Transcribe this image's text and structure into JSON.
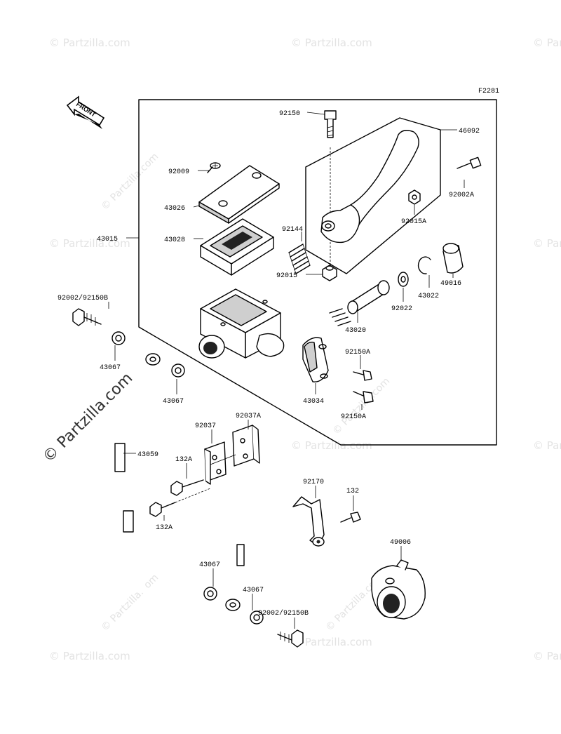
{
  "diagram": {
    "figure_code": "F2281",
    "direction_label": "FRONT",
    "watermark_text": "© Partzilla.com",
    "watermark_large_text": "© Partzilla.com",
    "callouts": {
      "p92150": "92150",
      "p46092": "46092",
      "p92009": "92009",
      "p92002A": "92002A",
      "p43026": "43026",
      "p92015A": "92015A",
      "p43015": "43015",
      "p43028": "43028",
      "p92144": "92144",
      "p92015": "92015",
      "p49016": "49016",
      "p43022": "43022",
      "p92022": "92022",
      "p92002_92150B_top": "92002/92150B",
      "p43020": "43020",
      "p92150A_top": "92150A",
      "p43067_a": "43067",
      "p43034": "43034",
      "p43067_b": "43067",
      "p92150A_bottom": "92150A",
      "p92037": "92037",
      "p92037A": "92037A",
      "p43059": "43059",
      "p132A_top": "132A",
      "p132A_bottom": "132A",
      "p92170": "92170",
      "p132": "132",
      "p49006": "49006",
      "p43067_c": "43067",
      "p43067_d": "43067",
      "p92002_92150B_bottom": "92002/92150B"
    }
  }
}
